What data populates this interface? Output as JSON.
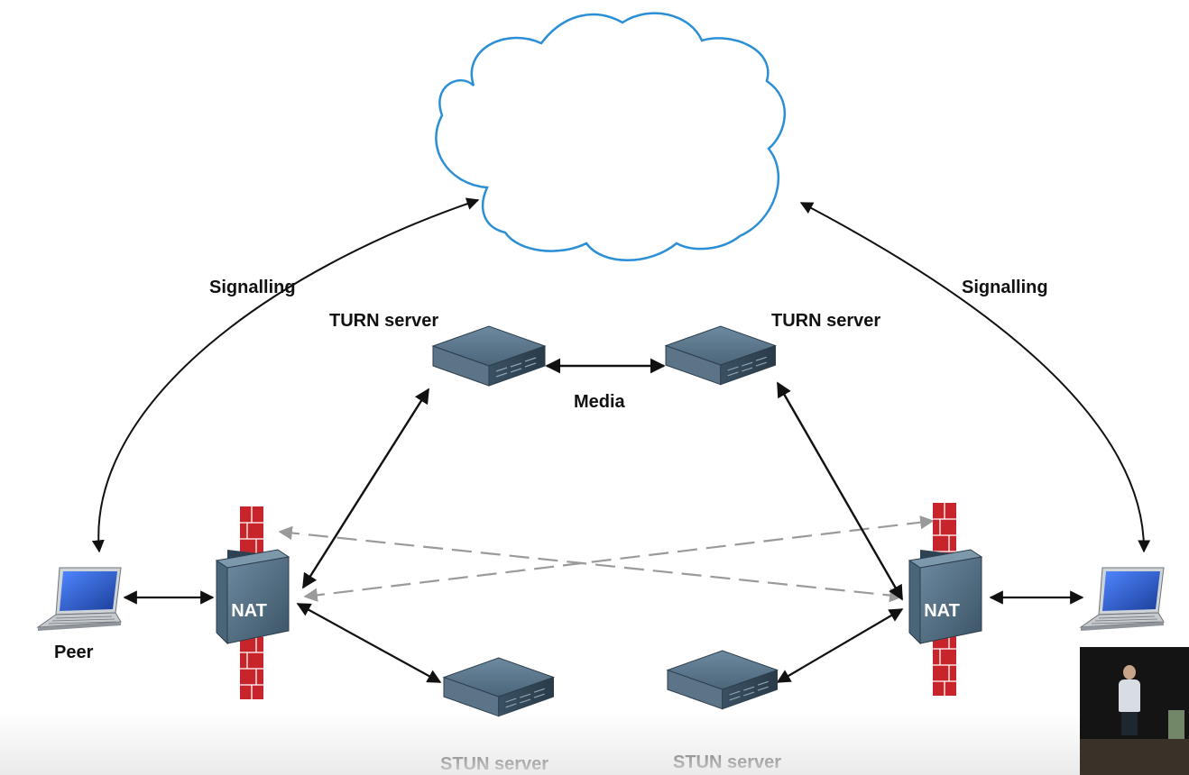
{
  "labels": {
    "signalling_left": "Signalling",
    "signalling_right": "Signalling",
    "turn_left": "TURN server",
    "turn_right": "TURN server",
    "media": "Media",
    "stun_left": "STUN server",
    "stun_right": "STUN server",
    "nat_left": "NAT",
    "nat_right": "NAT",
    "peer_left": "Peer"
  },
  "colors": {
    "cloud_stroke": "#2b8fd6",
    "arrow_solid": "#111111",
    "arrow_dashed": "#9a9a9a",
    "firewall_red": "#c8242b",
    "server_body": "#4a6478",
    "laptop_screen": "#2f5fd0"
  },
  "icons": {
    "cloud": "cloud-icon",
    "server": "server-icon",
    "router": "nat-router-icon",
    "firewall": "firewall-icon",
    "laptop": "laptop-icon"
  }
}
